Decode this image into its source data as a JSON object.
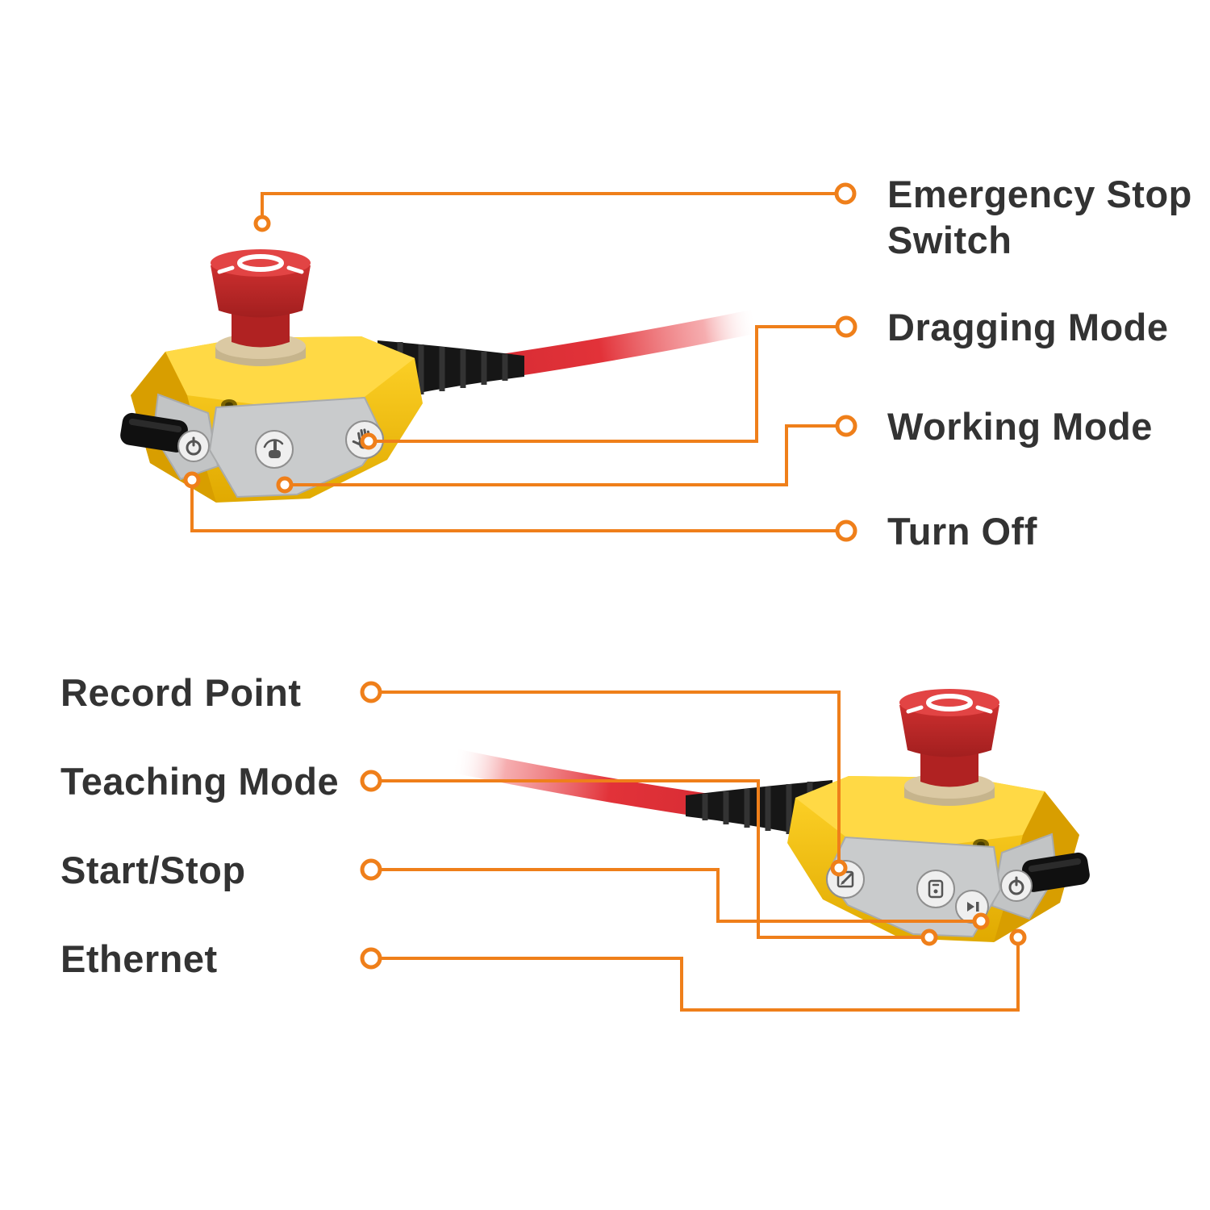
{
  "diagram": {
    "type": "product-callout",
    "background": "#FFFFFF",
    "accent_color": "#EF7F1A",
    "text_color": "#333333",
    "device": {
      "body_color": "#F6C200",
      "panel_color": "#C9CBCC",
      "estop_color": "#D53030",
      "cable_color": "#E23239"
    },
    "callouts_top": [
      {
        "label": "Emergency Stop Switch",
        "target": "emergency-stop-button"
      },
      {
        "label": "Dragging Mode",
        "target": "dragging-hand-button"
      },
      {
        "label": "Working Mode",
        "target": "working-hand-button"
      },
      {
        "label": "Turn Off",
        "target": "power-button"
      }
    ],
    "callouts_bottom": [
      {
        "label": "Record Point",
        "target": "record-pencil-button"
      },
      {
        "label": "Teaching Mode",
        "target": "teaching-pendant-button"
      },
      {
        "label": "Start/Stop",
        "target": "play-pause-toggle"
      },
      {
        "label": "Ethernet",
        "target": "ethernet-port"
      }
    ],
    "icons": [
      "power-icon",
      "toggle-switch",
      "working-hand-icon",
      "dragging-hand-icon",
      "record-pencil-icon",
      "teaching-pendant-icon",
      "play-pause-icon",
      "emergency-stop-mushroom"
    ]
  }
}
